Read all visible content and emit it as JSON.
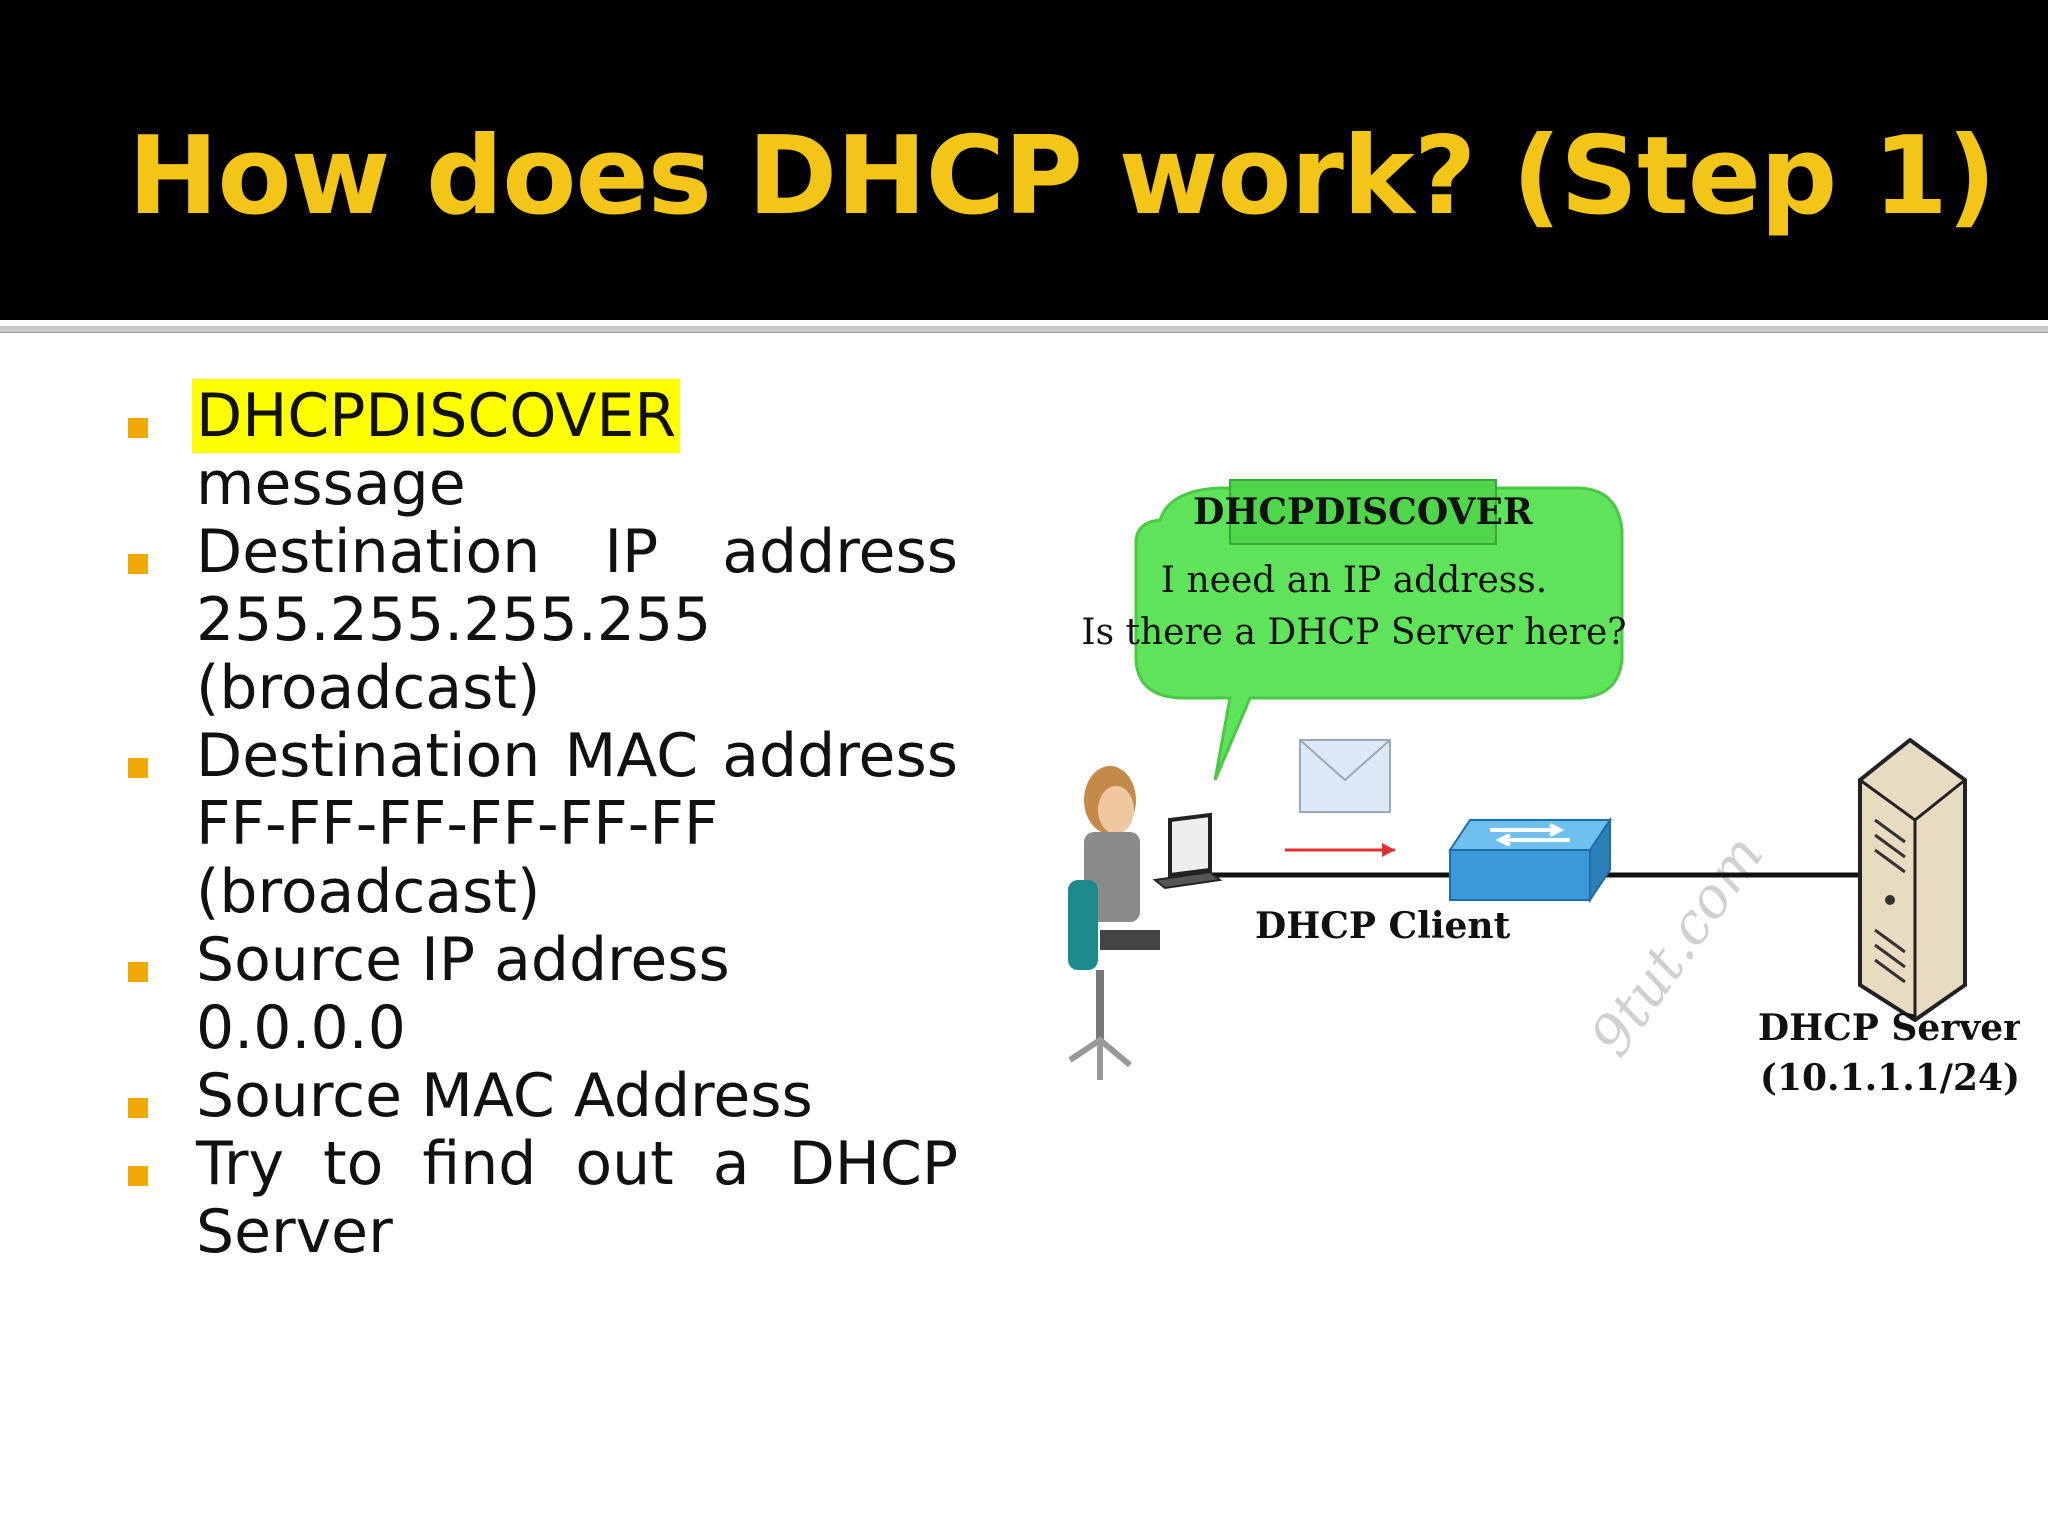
{
  "slide": {
    "title": "How does DHCP work? (Step 1)"
  },
  "bullets": [
    {
      "highlight": "DHCPDISCOVER",
      "text": "message"
    },
    {
      "text": "Destination IP address 255.255.255.255 (broadcast)"
    },
    {
      "text": "Destination MAC address FF-FF-FF-FF-FF-FF (broadcast)"
    },
    {
      "text": "Source IP address 0.0.0.0"
    },
    {
      "text": "Source MAC Address"
    },
    {
      "text": "Try to find out a DHCP Server"
    }
  ],
  "diagram": {
    "bubble_header": "DHCPDISCOVER",
    "bubble_line1": "I need an IP address.",
    "bubble_line2": "Is there a DHCP Server here?",
    "client_label": "DHCP Client",
    "server_label": "DHCP Server",
    "server_ip": "(10.1.1.1/24)",
    "watermark": "9tut.com",
    "colors": {
      "bubble": "#5ee35a",
      "bubble_header": "#4fd64a",
      "switch": "#3a9ad9",
      "server": "#e8dcc0"
    }
  }
}
